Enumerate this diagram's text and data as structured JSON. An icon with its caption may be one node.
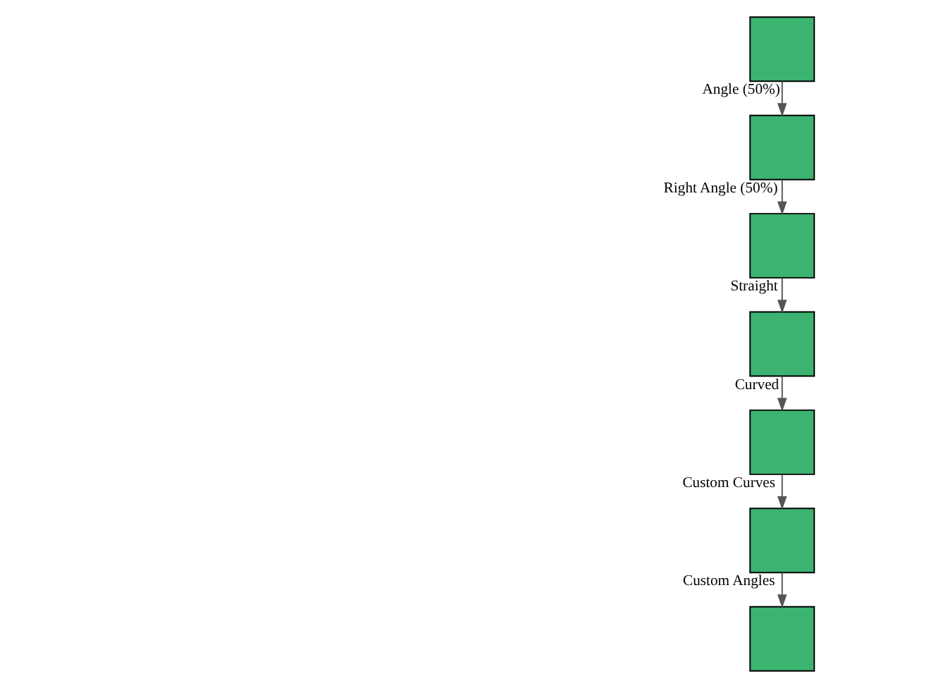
{
  "diagram": {
    "nodes": [
      {
        "text": [],
        "shape": "box"
      },
      {
        "text": [],
        "shape": "box"
      },
      {
        "text": [],
        "shape": "box"
      },
      {
        "text": [],
        "shape": "box"
      },
      {
        "text": [],
        "shape": "box"
      },
      {
        "text": [],
        "shape": "box"
      },
      {
        "text": [],
        "shape": "box"
      }
    ],
    "edges": [
      {
        "from": 0,
        "to": 1,
        "arrow": "to",
        "label": "Angle (50%)"
      },
      {
        "from": 1,
        "to": 2,
        "arrow": "to",
        "label": "Right Angle (50%)"
      },
      {
        "from": 2,
        "to": 3,
        "arrow": "to",
        "label": "Straight"
      },
      {
        "from": 3,
        "to": 4,
        "arrow": "to",
        "label": "Curved"
      },
      {
        "from": 4,
        "to": 5,
        "arrow": "to",
        "label": "Custom Curves"
      },
      {
        "from": 5,
        "to": 6,
        "arrow": "to",
        "label": "Custom Angles"
      }
    ]
  }
}
